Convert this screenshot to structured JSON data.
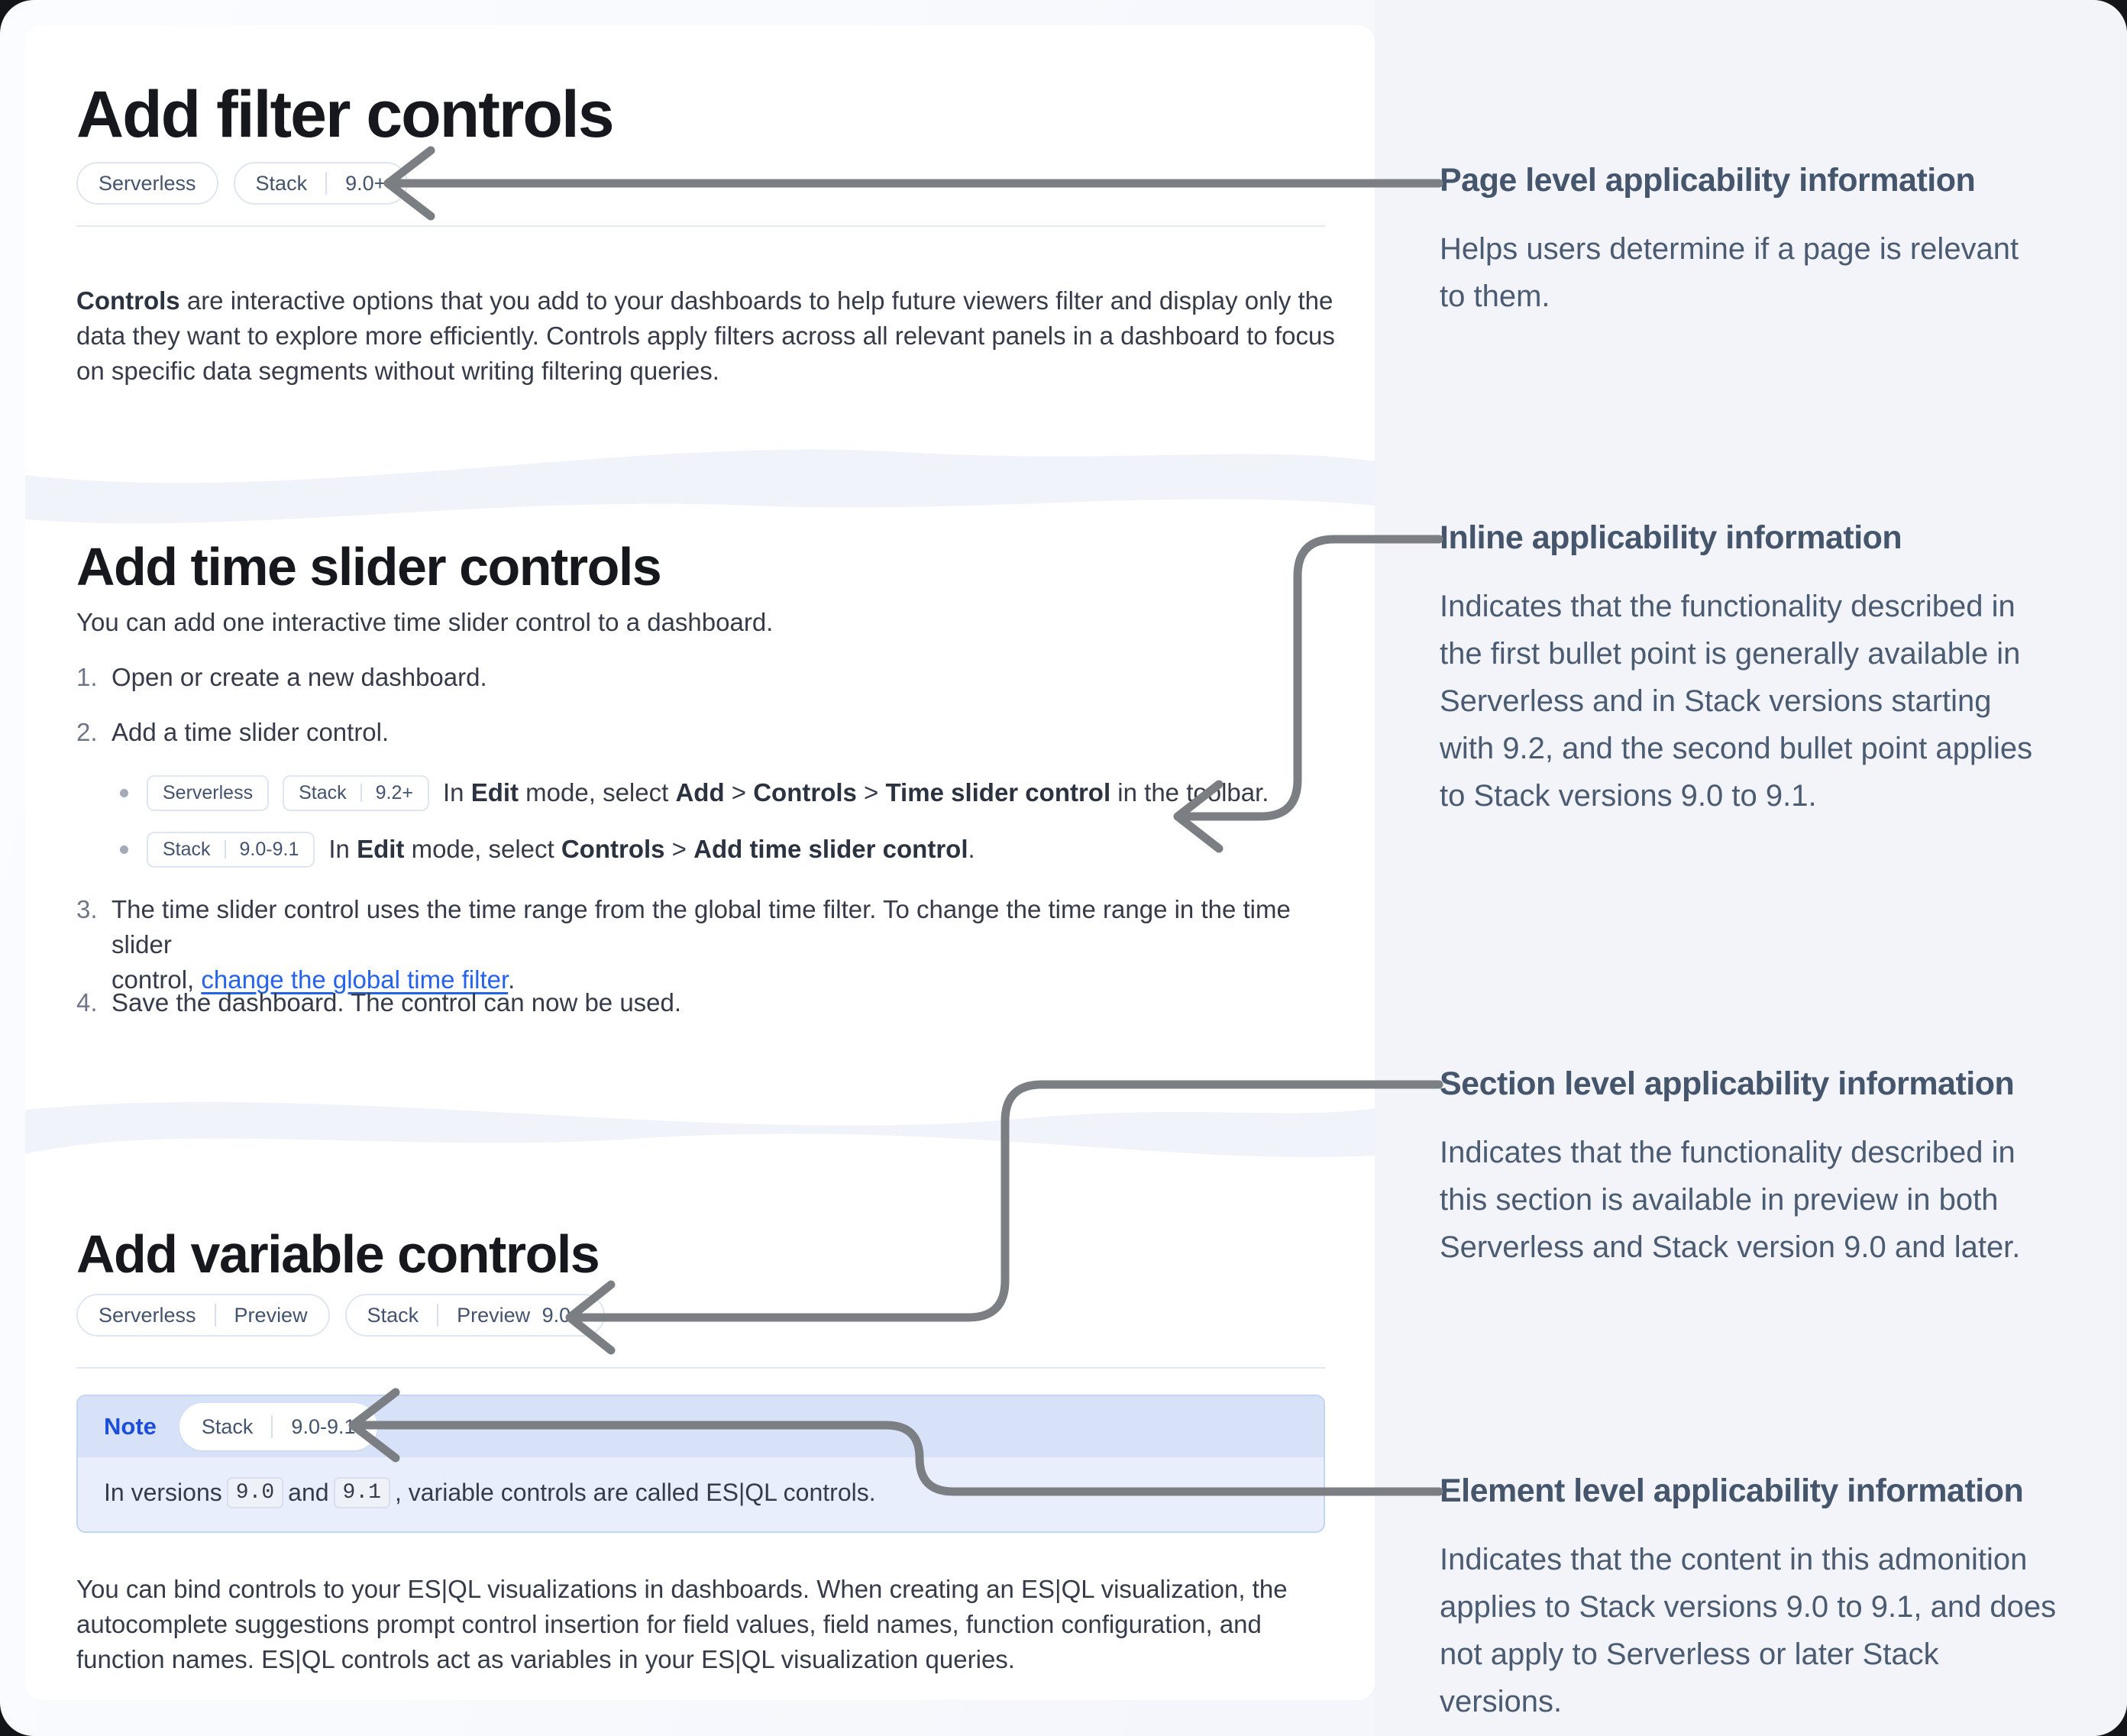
{
  "colors": {
    "arrow": "#7b7e82",
    "note_accent": "#1c4ed8",
    "link": "#2563eb",
    "badge_text": "#44536e",
    "panel_bg": "#f2f4fa"
  },
  "card1": {
    "title": "Add filter controls",
    "badge1_seg1": "Serverless",
    "badge2_seg1": "Stack",
    "badge2_seg2": "9.0+",
    "intro_bold": "Controls",
    "intro_lines": [
      " are interactive options that you add to your dashboards to help future viewers filter and display only the",
      "data they want to explore more efficiently. Controls apply filters across all relevant panels in a dashboard to focus",
      "on specific data segments without writing filtering queries."
    ]
  },
  "card2": {
    "title": "Add time slider controls",
    "lead": "You can add one interactive time slider control to a dashboard.",
    "step1_num": "1.",
    "step1_text": "Open or create a new dashboard.",
    "step2_num": "2.",
    "step2_text": "Add a time slider control.",
    "bullet1": {
      "badge1": "Serverless",
      "badge2a": "Stack",
      "badge2b": "9.2+",
      "p1": "In ",
      "b1": "Edit",
      "p2": " mode, select ",
      "b2": "Add",
      "p3": " > ",
      "b3": "Controls",
      "p4": " > ",
      "b4": "Time slider control",
      "p5": " in the toolbar."
    },
    "bullet2": {
      "badge1a": "Stack",
      "badge1b": "9.0-9.1",
      "p1": "In ",
      "b1": "Edit",
      "p2": " mode, select ",
      "b2": "Controls",
      "p3": " > ",
      "b3": "Add time slider control",
      "p4": "."
    },
    "step3_num": "3.",
    "step3_lines": [
      "The time slider control uses the time range from the global time filter. To change the time range in the time slider",
      "control, "
    ],
    "step3_link": "change the global time filter",
    "step3_tail": ".",
    "step4_num": "4.",
    "step4_text": "Save the dashboard. The control can now be used."
  },
  "card3": {
    "title": "Add variable controls",
    "badge1_seg1": "Serverless",
    "badge1_seg2": "Preview",
    "badge2_seg1": "Stack",
    "badge2_seg2": "Preview 9.0+",
    "note": {
      "label": "Note",
      "badge_a": "Stack",
      "badge_b": "9.0-9.1",
      "p1": "In versions",
      "code1": "9.0",
      "p2": "and",
      "code2": "9.1",
      "p3": ", variable controls are called ES|QL controls."
    },
    "outro_lines": [
      "You can bind controls to your ES|QL visualizations in dashboards. When creating an ES|QL visualization, the",
      "autocomplete suggestions prompt control insertion for field values, field names, function configuration, and",
      "function names. ES|QL controls act as variables in your ES|QL visualization queries."
    ]
  },
  "annotations": [
    {
      "title": "Page level applicability information",
      "lines": [
        "Helps users determine if a page is relevant",
        "to them."
      ]
    },
    {
      "title": "Inline applicability information",
      "lines": [
        "Indicates that the functionality described in",
        "the first bullet point is generally available in",
        "Serverless and in Stack versions starting",
        "with 9.2, and the second bullet point applies",
        "to Stack versions 9.0 to 9.1."
      ]
    },
    {
      "title": "Section level applicability information",
      "lines": [
        "Indicates that the functionality described in",
        "this section is available in preview in both",
        "Serverless and Stack version 9.0 and later."
      ]
    },
    {
      "title": "Element level applicability information",
      "lines": [
        "Indicates that the content in this admonition",
        "applies to Stack versions 9.0 to 9.1, and does",
        "not apply to Serverless or later Stack",
        "versions."
      ]
    }
  ]
}
